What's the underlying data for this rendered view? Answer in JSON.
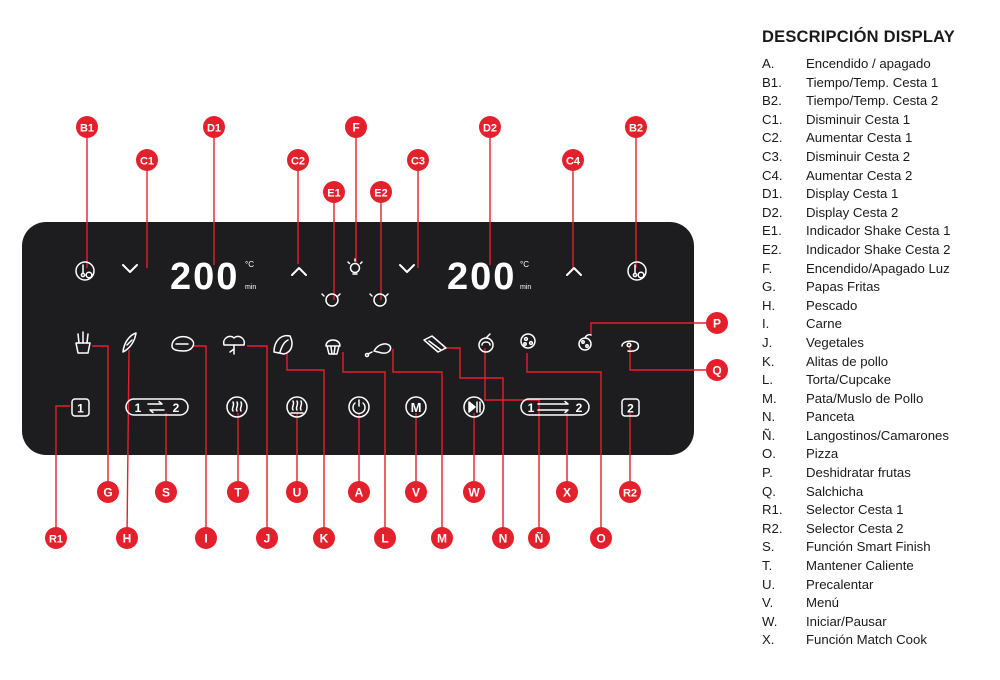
{
  "legend": {
    "title": "DESCRIPCIÓN DISPLAY",
    "items": [
      {
        "code": "A.",
        "text": "Encendido / apagado"
      },
      {
        "code": "B1.",
        "text": "Tiempo/Temp. Cesta 1"
      },
      {
        "code": "B2.",
        "text": "Tiempo/Temp. Cesta 2"
      },
      {
        "code": "C1.",
        "text": "Disminuir Cesta 1"
      },
      {
        "code": "C2.",
        "text": "Aumentar Cesta 1"
      },
      {
        "code": "C3.",
        "text": "Disminuir Cesta 2"
      },
      {
        "code": "C4.",
        "text": "Aumentar Cesta 2"
      },
      {
        "code": "D1.",
        "text": "Display Cesta 1"
      },
      {
        "code": "D2.",
        "text": "Display Cesta 2"
      },
      {
        "code": "E1.",
        "text": "Indicador Shake Cesta 1"
      },
      {
        "code": "E2.",
        "text": "Indicador Shake Cesta 2"
      },
      {
        "code": "F.",
        "text": "Encendido/Apagado Luz"
      },
      {
        "code": "G.",
        "text": "Papas Fritas"
      },
      {
        "code": "H.",
        "text": "Pescado"
      },
      {
        "code": "I.",
        "text": "Carne"
      },
      {
        "code": "J.",
        "text": "Vegetales"
      },
      {
        "code": "K.",
        "text": "Alitas de pollo"
      },
      {
        "code": "L.",
        "text": "Torta/Cupcake"
      },
      {
        "code": "M.",
        "text": "Pata/Muslo de Pollo"
      },
      {
        "code": "N.",
        "text": "Panceta"
      },
      {
        "code": "Ñ.",
        "text": "Langostinos/Camarones"
      },
      {
        "code": "O.",
        "text": "Pizza"
      },
      {
        "code": "P.",
        "text": "Deshidratar frutas"
      },
      {
        "code": "Q.",
        "text": "Salchicha"
      },
      {
        "code": "R1.",
        "text": "Selector Cesta 1"
      },
      {
        "code": "R2.",
        "text": "Selector Cesta 2"
      },
      {
        "code": "S.",
        "text": "Función Smart Finish"
      },
      {
        "code": "T.",
        "text": "Mantener Caliente"
      },
      {
        "code": "U.",
        "text": "Precalentar"
      },
      {
        "code": "V.",
        "text": "Menú"
      },
      {
        "code": "W.",
        "text": "Iniciar/Pausar"
      },
      {
        "code": "X.",
        "text": "Función Match Cook"
      }
    ]
  },
  "panel": {
    "display1": {
      "digits": "200",
      "unit_temp": "°C",
      "unit_time": "min"
    },
    "display2": {
      "digits": "200",
      "unit_temp": "°C",
      "unit_time": "min"
    },
    "selector1_label": "1",
    "selector2_label": "2",
    "smart_finish_left": "1",
    "smart_finish_right": "2",
    "match_cook_left": "1",
    "match_cook_right": "2",
    "menu_label": "M"
  },
  "callouts": {
    "B1": "B1",
    "C1": "C1",
    "D1": "D1",
    "C2": "C2",
    "E1": "E1",
    "F": "F",
    "E2": "E2",
    "C3": "C3",
    "D2": "D2",
    "C4": "C4",
    "B2": "B2",
    "P": "P",
    "Q": "Q",
    "G": "G",
    "S": "S",
    "T": "T",
    "U": "U",
    "A": "A",
    "V": "V",
    "W": "W",
    "X": "X",
    "R2": "R2",
    "R1": "R1",
    "H": "H",
    "I": "I",
    "J": "J",
    "K": "K",
    "L": "L",
    "M": "M",
    "N": "N",
    "Ñ": "Ñ",
    "O": "O"
  },
  "colors": {
    "panel": "#1d1d1f",
    "callout": "#e3202b",
    "icon": "#ffffff",
    "text": "#1a1a1a"
  }
}
